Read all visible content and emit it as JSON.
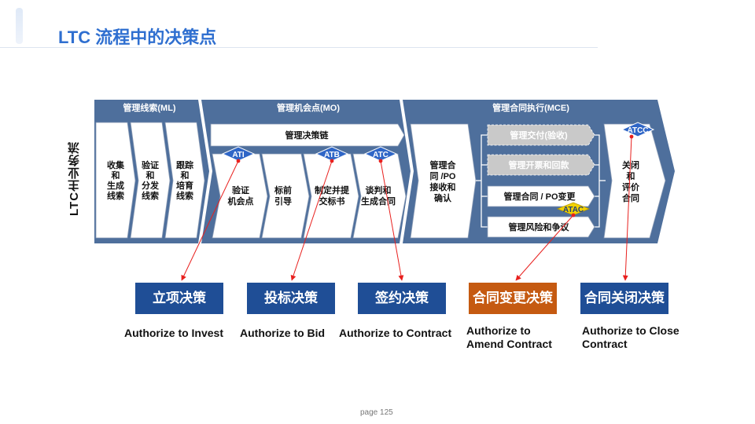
{
  "title": "LTC 流程中的决策点",
  "side_label": "LTC主业务流",
  "phases": {
    "ml": "管理线索(ML)",
    "mo": "管理机会点(MO)",
    "mce": "管理合同执行(MCE)"
  },
  "ml_steps": [
    [
      "收集",
      "和",
      "生成",
      "线索"
    ],
    [
      "验证",
      "和",
      "分发",
      "线索"
    ],
    [
      "跟踪",
      "和",
      "培育",
      "线索"
    ]
  ],
  "mo_chain": "管理决策链",
  "mo_steps": [
    [
      "验证",
      "机会点"
    ],
    [
      "标前",
      "引导"
    ],
    [
      "制定并提",
      "交标书"
    ],
    [
      "谈判和",
      "生成合同"
    ]
  ],
  "badges": {
    "ati": "ATI",
    "atb": "ATB",
    "atc": "ATC",
    "atac": "ATAC",
    "atcc": "ATCC"
  },
  "mce_receive": [
    "管理合",
    "同 /PO",
    "接收和",
    "确认"
  ],
  "mce_sub": {
    "delivery": "管理交付(验收)",
    "invoice": "管理开票和回款",
    "change": "管理合同 / PO变更",
    "risk": "管理风险和争议"
  },
  "mce_close": [
    "关闭",
    "和",
    "评价",
    "合同"
  ],
  "decisions": [
    {
      "label": "立项决策",
      "en": "Authorize to Invest"
    },
    {
      "label": "投标决策",
      "en": "Authorize to Bid"
    },
    {
      "label": "签约决策",
      "en": "Authorize to Contract"
    },
    {
      "label": "合同变更决策",
      "en": "Authorize to Amend Contract"
    },
    {
      "label": "合同关闭决策",
      "en": "Authorize to Close Contract"
    }
  ],
  "colors": {
    "phase_bg": "#4e6f9c",
    "decision_blue": "#1f4e96",
    "decision_orange": "#c55a11",
    "arrow_red": "#e8201e",
    "badge_blue": "#2f66c7",
    "badge_yellow": "#f2d100"
  },
  "page": "page 125"
}
